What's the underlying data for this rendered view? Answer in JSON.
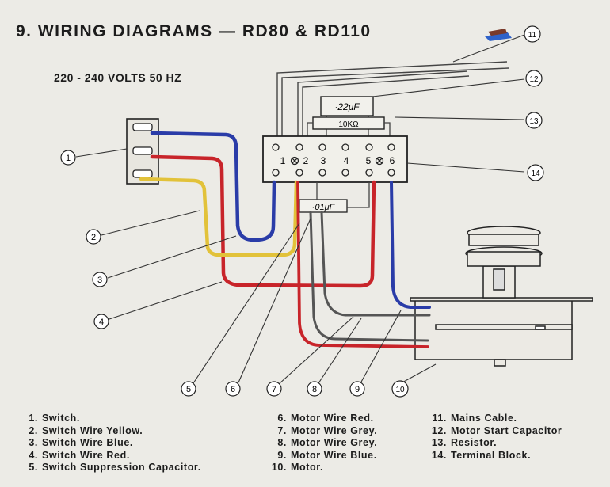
{
  "header": {
    "title": "9.  WIRING DIAGRAMS  —  RD80 & RD110",
    "voltage": "220 - 240 VOLTS  50 HZ"
  },
  "components": {
    "capacitor_start": "·22μF",
    "resistor": "10KΩ",
    "capacitor_suppression": "·01μF",
    "terminal_numbers": [
      "1",
      "2",
      "3",
      "4",
      "5",
      "6"
    ]
  },
  "callouts": [
    "1",
    "2",
    "3",
    "4",
    "5",
    "6",
    "7",
    "8",
    "9",
    "10",
    "11",
    "12",
    "13",
    "14"
  ],
  "legend": {
    "col1": [
      {
        "n": "1.",
        "text": "Switch."
      },
      {
        "n": "2.",
        "text": "Switch Wire Yellow."
      },
      {
        "n": "3.",
        "text": "Switch Wire Blue."
      },
      {
        "n": "4.",
        "text": "Switch Wire Red."
      },
      {
        "n": "5.",
        "text": "Switch Suppression Capacitor."
      }
    ],
    "col2": [
      {
        "n": "6.",
        "text": "Motor Wire Red."
      },
      {
        "n": "7.",
        "text": "Motor Wire Grey."
      },
      {
        "n": "8.",
        "text": "Motor Wire Grey."
      },
      {
        "n": "9.",
        "text": "Motor Wire Blue."
      },
      {
        "n": "10.",
        "text": "Motor."
      }
    ],
    "col3": [
      {
        "n": "11.",
        "text": "Mains Cable."
      },
      {
        "n": "12.",
        "text": "Motor Start Capacitor"
      },
      {
        "n": "13.",
        "text": "Resistor."
      },
      {
        "n": "14.",
        "text": "Terminal Block."
      }
    ]
  },
  "colors": {
    "blue_wire": "#2a3ca8",
    "red_wire": "#c8242a",
    "yellow_wire": "#e2c23a",
    "grey_wire": "#5a5a5a",
    "ink": "#2a2a2a"
  }
}
